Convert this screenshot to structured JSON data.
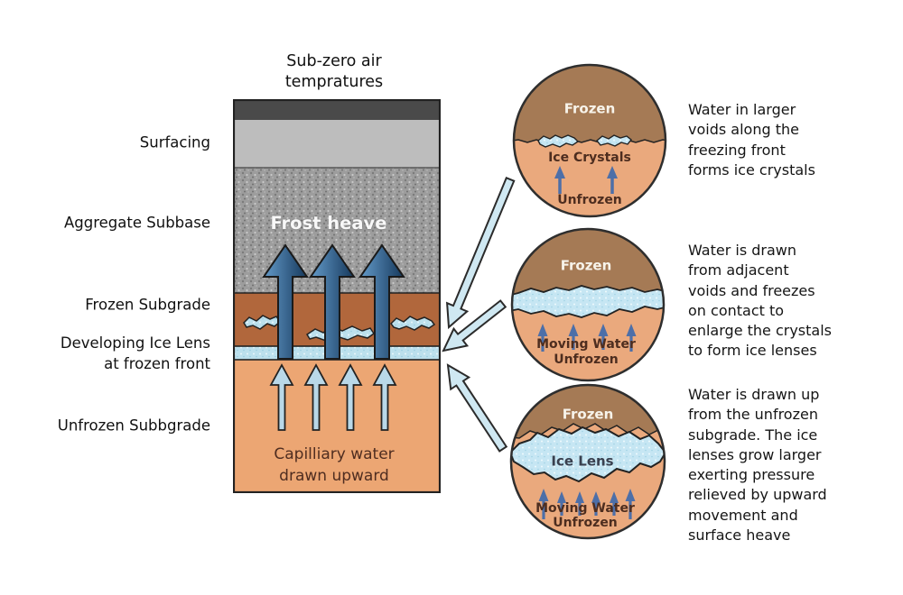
{
  "air_label": "Sub-zero air\ntempratures",
  "left_labels": {
    "surfacing": "Surfacing",
    "aggregate_subbase": "Aggregate Subbase",
    "frozen_subgrade": "Frozen Subgrade",
    "developing_ice_lens": "Developing Ice Lens\nat frozen front",
    "unfrozen_subgrade": "Unfrozen Subbgrade"
  },
  "column": {
    "frost_heave_label": "Frost heave",
    "capillary_label": "Capilliary water\ndrawn upward"
  },
  "circles": [
    {
      "top_label": "Frozen",
      "ice_label": "Ice Crystals",
      "bottom_label": "Unfrozen"
    },
    {
      "top_label": "Frozen",
      "water_label": "Moving Water",
      "bottom_label": "Unfrozen"
    },
    {
      "top_label": "Frozen",
      "ice_label": "Ice Lens",
      "water_label": "Moving Water",
      "bottom_label": "Unfrozen"
    }
  ],
  "notes": [
    "Water in larger\nvoids along the\nfreezing front\nforms ice crystals",
    "Water is drawn\nfrom adjacent\nvoids and freezes\non contact to\nenlarge the crystals\nto form ice lenses",
    "Water is drawn up\nfrom the unfrozen\nsubgrade. The ice\nlenses grow larger\nexerting pressure\nrelieved by upward\nmovement and\nsurface heave"
  ],
  "colors": {
    "surfacing_dark": "#4a4a4a",
    "surfacing_gray": "#bdbdbd",
    "aggregate_gray": "#9d9d9d",
    "frozen_subgrade_brown": "#b1673c",
    "ice_blue": "#bce0ed",
    "unfrozen_orange": "#eca673",
    "circle_frozen_brown": "#a57a55",
    "circle_unfrozen_orange": "#eaa97d",
    "heave_arrow_light": "#639ac9",
    "heave_arrow_dark": "#16395c",
    "water_arrow_blue": "#4d6fa8",
    "connector_fill": "#cfe8f2"
  }
}
